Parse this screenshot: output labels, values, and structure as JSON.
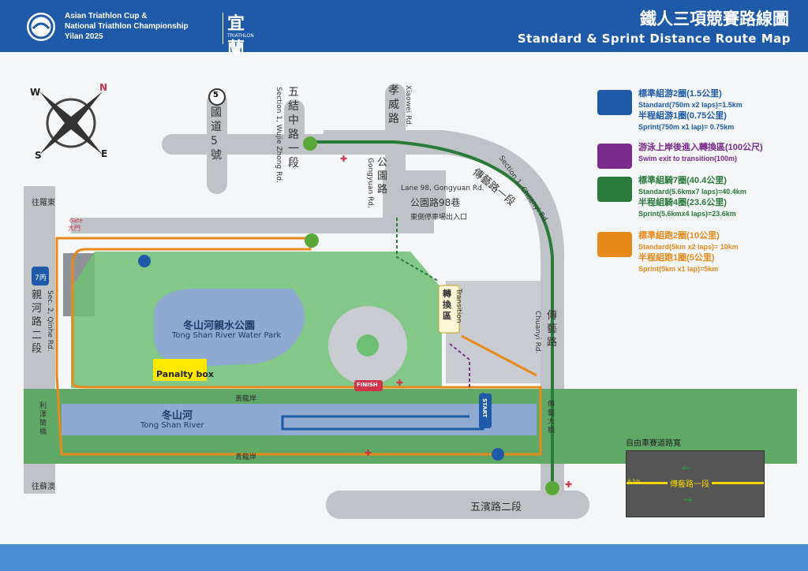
{
  "header": {
    "brand_line1": "Asian Triathlon Cup &",
    "brand_line2": "National Triathlon Championship",
    "brand_line3": "Yilan 2025",
    "city_name": "宜蘭",
    "city_sub": "TRIATHLON",
    "title_zh": "鐵人三項競賽路線圖",
    "title_en": "Standard & Sprint Distance Route Map"
  },
  "compass": {
    "n": "N",
    "w": "W",
    "s": "S",
    "e": "E"
  },
  "roads": {
    "freeway_num": "5",
    "freeway_name": "國道5號",
    "wujie_zh": "五結中路一段",
    "wujie_en": "Section 1, Wujie Zhong Rd.",
    "xiaowei_zh": "孝威路",
    "xiaowei_en": "Xiaowei Rd.",
    "gongyuan_zh": "公園路",
    "gongyuan_en": "Gongyuan Rd.",
    "lane98_en": "Lane 98, Gongyuan Rd.",
    "lane98_zh": "公園路98巷",
    "parking_note": "東側停車場出入口",
    "chuanyi1_zh": "傳藝路一段",
    "chuanyi1_en": "Section 1, Chuanyi Rd.",
    "chuanyi_zh": "傳藝路",
    "chuanyi_en": "Chuanyi Rd.",
    "luodong": "往羅東",
    "gate_en": "Gate",
    "gate_zh": "大門",
    "prov_num": "7丙",
    "qinhe_zh": "親河路二段",
    "qinhe_en": "Sec. 2, Qinhe Rd.",
    "lize_bridge": "利澤簡橋",
    "suao": "往蘇澳",
    "huanglong": "黃龍岸",
    "qinglong": "青龍岸",
    "chuanyi_bridge": "傳藝大橋",
    "wubin_zh": "五濱路二段"
  },
  "park": {
    "name_zh": "冬山河親水公園",
    "name_en": "Tong Shan River Water Park",
    "river_zh": "冬山河",
    "river_en": "Tong Shan River",
    "penalty": "Panalty box",
    "finish": "FINISH",
    "start": "START",
    "transition_zh": "轉換區",
    "transition_en": "Transition"
  },
  "legend": [
    {
      "zh": "標準組游2圈(1.5公里)",
      "en": "Standard(750m x2 laps)=1.5km",
      "zh2": "半程組游1圈(0.75公里)",
      "en2": "Sprint(750m x1 lap)= 0.75km",
      "color": "#1e5aa8",
      "icon": "swim-icon"
    },
    {
      "zh": "游泳上岸後進入轉換區(100公尺)",
      "en": "Swim exit to transition(100m)",
      "zh2": "",
      "en2": "",
      "color": "#7a2a8c",
      "icon": "run-exit-icon"
    },
    {
      "zh": "標準組騎7圈(40.4公里)",
      "en": "Standard(5.6kmx7 laps)=40.4km",
      "zh2": "半程組騎4圈(23.6公里)",
      "en2": "Sprint(5.6kmx4 laps)=23.6km",
      "color": "#2a7a3a",
      "icon": "bike-icon"
    },
    {
      "zh": "標準組跑2圈(10公里)",
      "en": "Standard(5km x2 laps)= 10km",
      "zh2": "半程組跑1圈(5公里)",
      "en2": "Sprint(5km x1 lap)=5km",
      "color": "#e8891c",
      "icon": "run-icon"
    }
  ],
  "lane_box": {
    "title": "自由車賽道路寬",
    "road": "傳藝路一段",
    "width": "6.5m"
  },
  "colors": {
    "header": "#1e5aa8",
    "swim": "#1e5aa8",
    "bike": "#2a7a3a",
    "run": "#e8891c",
    "exit": "#7a2a8c"
  }
}
